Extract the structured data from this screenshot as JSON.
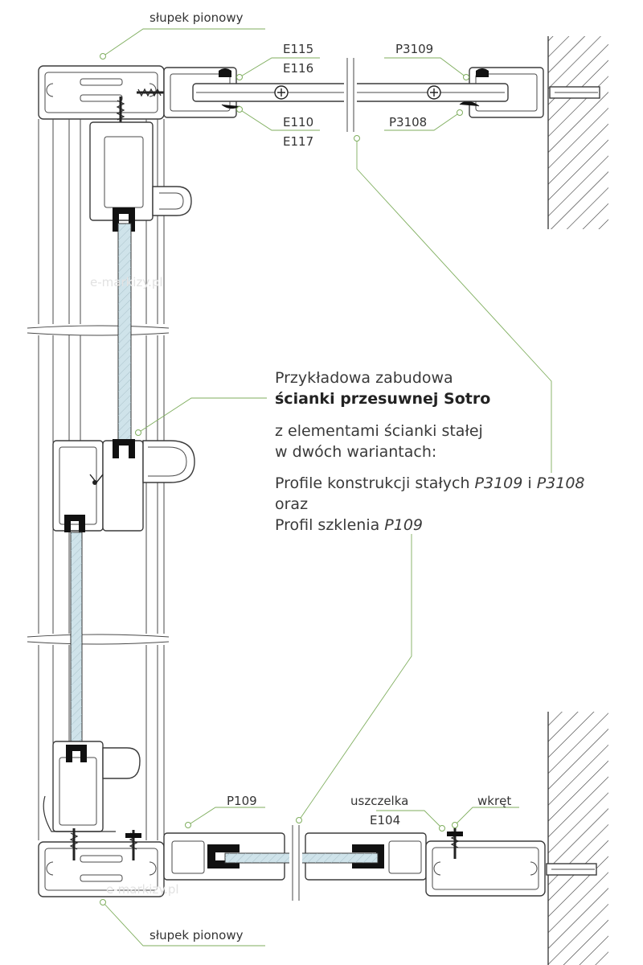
{
  "labels": {
    "slupek_top": "słupek pionowy",
    "slupek_bottom": "słupek pionowy",
    "e115": "E115",
    "e116": "E116",
    "e110": "E110",
    "e117": "E117",
    "p3109": "P3109",
    "p3108": "P3108",
    "p109": "P109",
    "uszczelka": "uszczelka",
    "e104": "E104",
    "wkret": "wkręt"
  },
  "description": {
    "line1": "Przykładowa zabudowa",
    "line2": "ścianki przesuwnej Sotro",
    "line3": "z elementami ścianki stałej",
    "line4": "w dwóch wariantach:",
    "line5_pre": "Profile konstrukcji stałych ",
    "line5_code1": "P3109",
    "line5_mid": " i ",
    "line5_code2": "P3108",
    "line6": "oraz",
    "line7_pre": "Profil szklenia ",
    "line7_code": "P109"
  },
  "watermark": {
    "top": "e-markizy.pl",
    "bottom": "e-markizy.pl"
  },
  "colors": {
    "leader": "#7fae5e",
    "glass": "#cfe3ea",
    "outline": "#3b3b3b"
  }
}
